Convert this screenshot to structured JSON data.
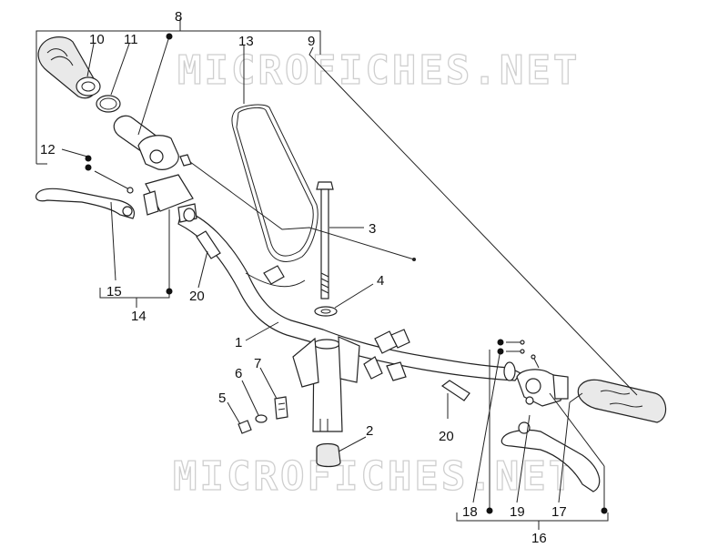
{
  "watermarks": [
    "MICROFICHES.NET",
    "MICROFICHES.NET"
  ],
  "callouts": {
    "c1": "1",
    "c2": "2",
    "c3": "3",
    "c4": "4",
    "c5": "5",
    "c6": "6",
    "c7": "7",
    "c8": "8",
    "c9": "9",
    "c10": "10",
    "c11": "11",
    "c12": "12",
    "c13": "13",
    "c14": "14",
    "c15": "15",
    "c16": "16",
    "c17": "17",
    "c18": "18",
    "c19": "19",
    "c20a": "20",
    "c20b": "20"
  }
}
